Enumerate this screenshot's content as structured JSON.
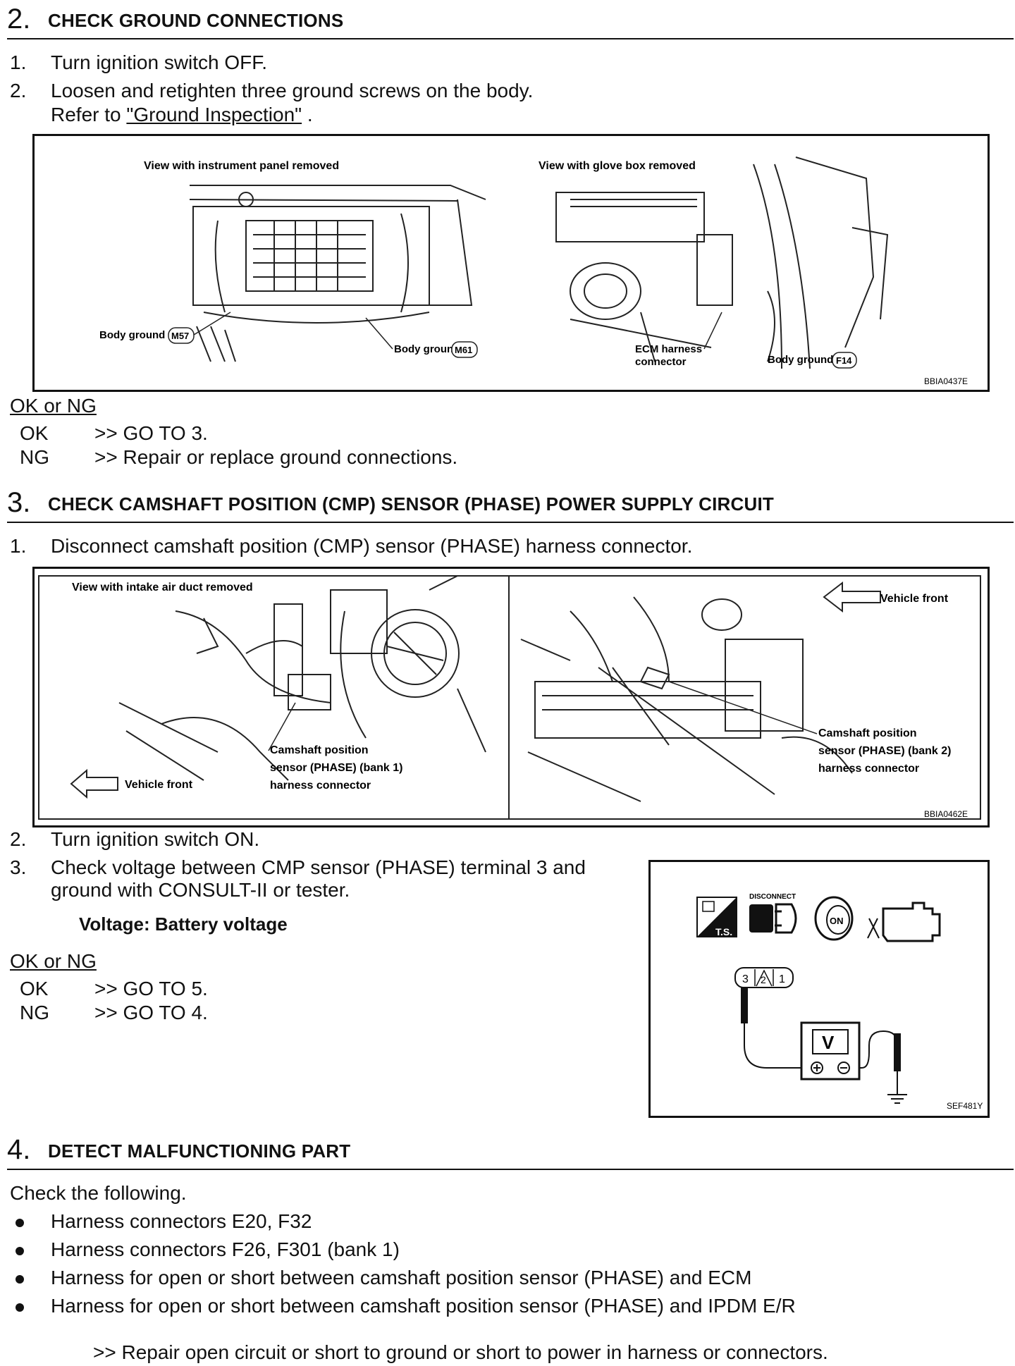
{
  "section2": {
    "number": "2.",
    "title": "CHECK GROUND CONNECTIONS",
    "steps": [
      {
        "n": "1.",
        "text": "Turn ignition switch OFF."
      },
      {
        "n": "2.",
        "text": "Loosen and retighten three ground screws on the body."
      }
    ],
    "refer_prefix": "Refer to ",
    "refer_link": "\"Ground Inspection\"",
    "refer_suffix": " .",
    "figure": {
      "left_caption": "View with instrument panel removed",
      "right_caption": "View with glove box removed",
      "body_ground_m57_label": "Body ground",
      "body_ground_m57_code": "M57",
      "body_ground_m61_label": "Body ground",
      "body_ground_m61_code": "M61",
      "ecm_label_1": "ECM harness",
      "ecm_label_2": "connector",
      "body_ground_f14_label": "Body ground",
      "body_ground_f14_code": "F14",
      "code": "BBIA0437E"
    },
    "okng": {
      "heading": "OK or NG",
      "rows": [
        {
          "key": "OK",
          "value": ">> GO TO 3."
        },
        {
          "key": "NG",
          "value": ">> Repair or replace ground connections."
        }
      ]
    }
  },
  "section3": {
    "number": "3.",
    "title": "CHECK CAMSHAFT POSITION (CMP) SENSOR (PHASE) POWER SUPPLY CIRCUIT",
    "step1": {
      "n": "1.",
      "text": "Disconnect camshaft position (CMP) sensor (PHASE) harness connector."
    },
    "figure": {
      "left_caption": "View with intake air duct removed",
      "left_label_1": "Camshaft position",
      "left_label_2": "sensor (PHASE) (bank 1)",
      "left_label_3": "harness connector",
      "left_vehicle_front": "Vehicle front",
      "right_vehicle_front": "Vehicle front",
      "right_label_1": "Camshaft position",
      "right_label_2": "sensor (PHASE) (bank 2)",
      "right_label_3": "harness connector",
      "code": "BBIA0462E"
    },
    "step2": {
      "n": "2.",
      "text": "Turn ignition switch ON."
    },
    "step3": {
      "n": "3.",
      "text_line1": "Check voltage between CMP sensor (PHASE) terminal 3 and",
      "text_line2": "ground with CONSULT-II or tester."
    },
    "spec": "Voltage: Battery voltage",
    "tester_figure": {
      "ts_label": "T.S.",
      "disconnect_label": "DISCONNECT",
      "on_label": "ON",
      "terminals": [
        "3",
        "2",
        "1"
      ],
      "meter_label": "V",
      "code": "SEF481Y"
    },
    "okng": {
      "heading": "OK or NG",
      "rows": [
        {
          "key": "OK",
          "value": ">> GO TO 5."
        },
        {
          "key": "NG",
          "value": ">> GO TO 4."
        }
      ]
    }
  },
  "section4": {
    "number": "4.",
    "title": "DETECT MALFUNCTIONING PART",
    "intro": "Check the following.",
    "bullets": [
      "Harness connectors E20, F32",
      "Harness connectors F26, F301 (bank 1)",
      "Harness for open or short between camshaft position sensor (PHASE) and ECM",
      "Harness for open or short between camshaft position sensor (PHASE) and IPDM E/R"
    ],
    "result": ">> Repair open circuit or short to ground or short to power in harness or connectors."
  }
}
